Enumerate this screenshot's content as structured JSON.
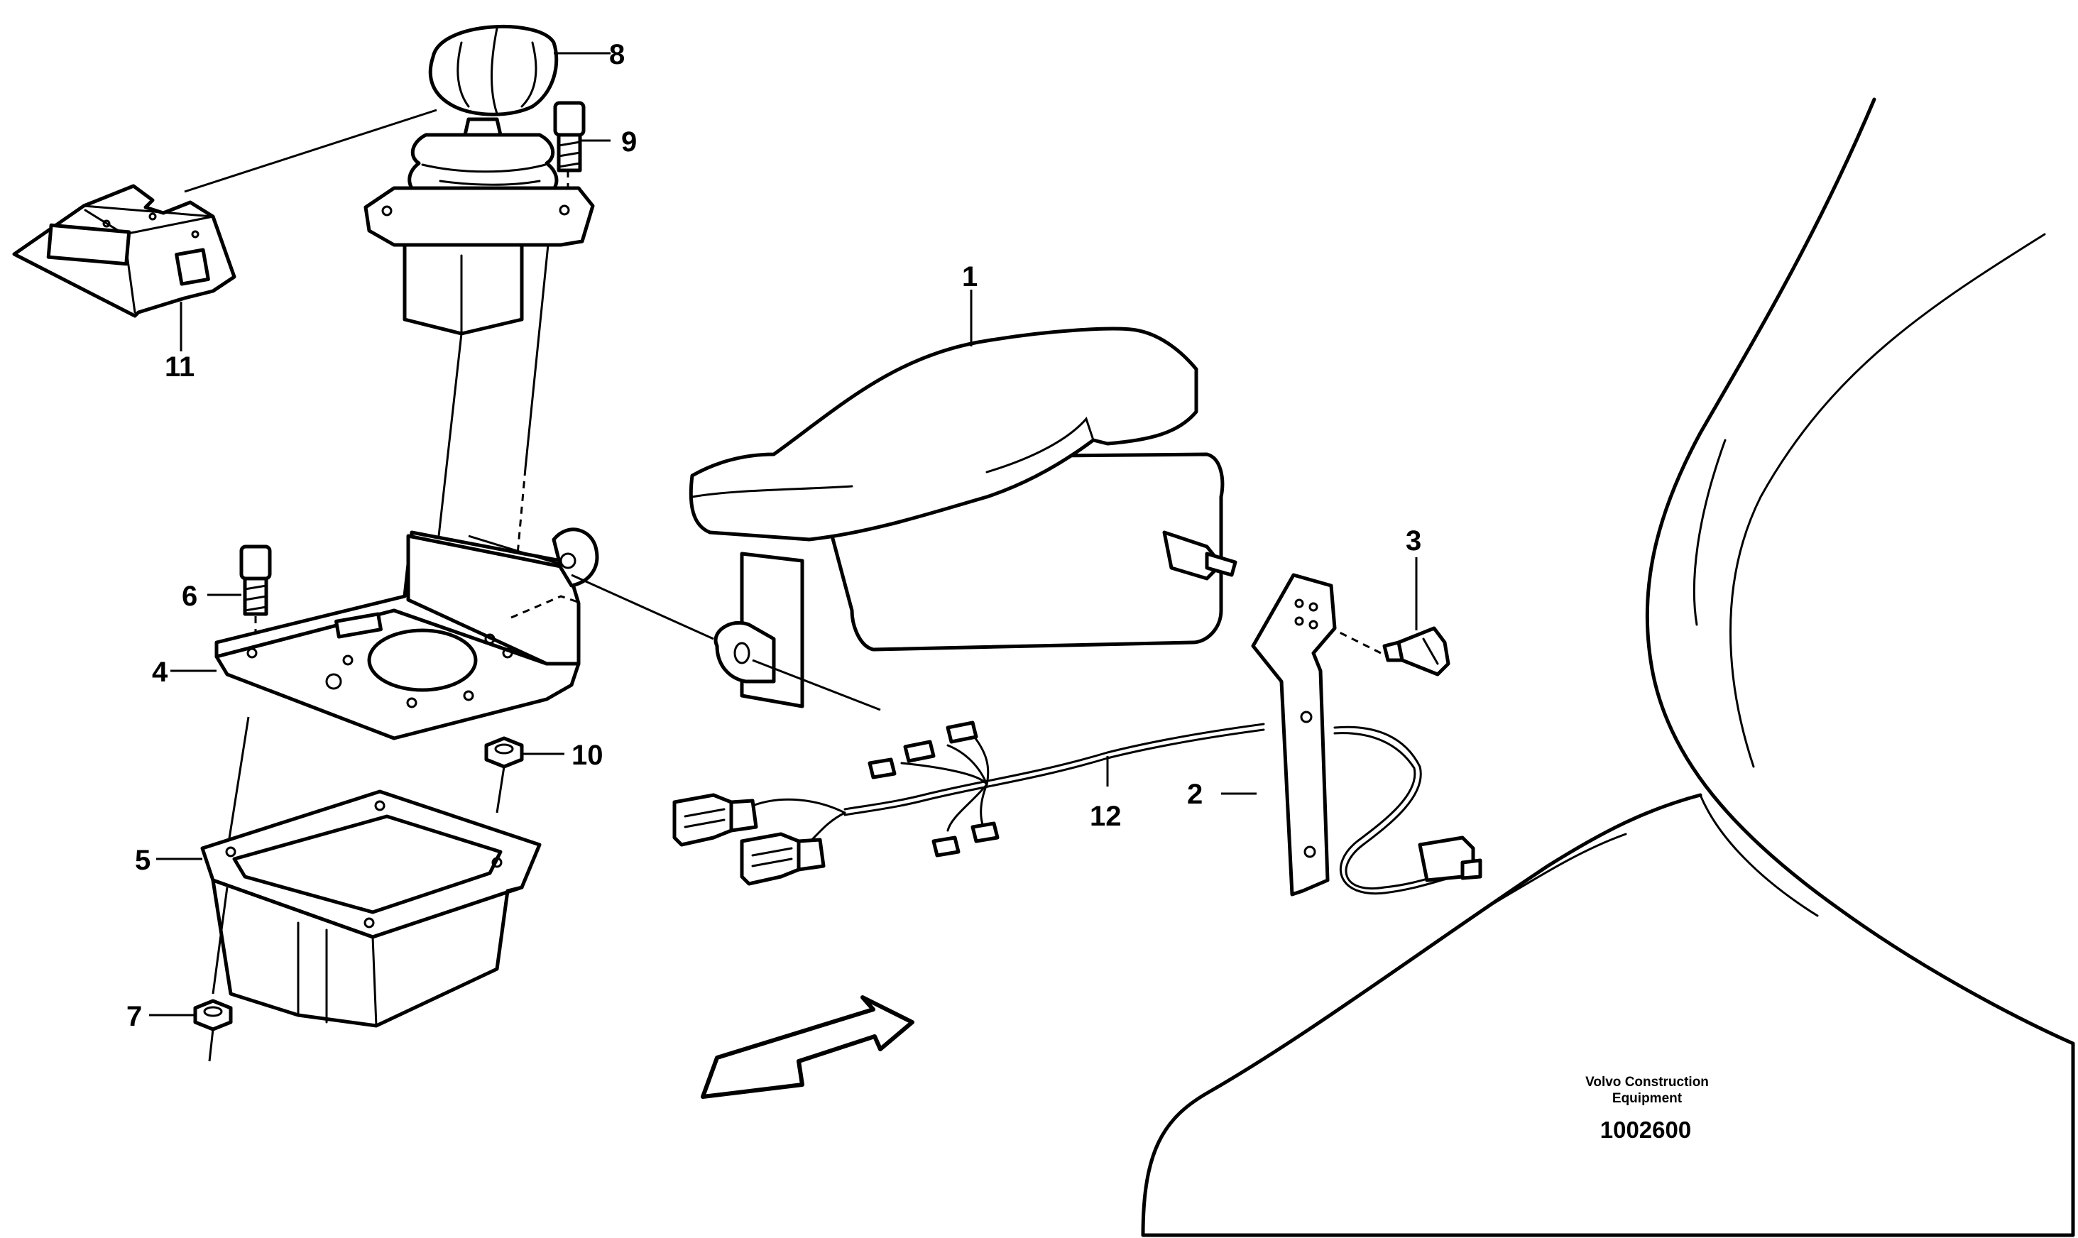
{
  "callouts": {
    "c1": "1",
    "c2": "2",
    "c3": "3",
    "c4": "4",
    "c5": "5",
    "c6": "6",
    "c7": "7",
    "c8": "8",
    "c9": "9",
    "c10": "10",
    "c11": "11",
    "c12": "12"
  },
  "footer": {
    "maker_line1": "Volvo Construction",
    "maker_line2": "Equipment",
    "drawing_number": "1002600"
  }
}
